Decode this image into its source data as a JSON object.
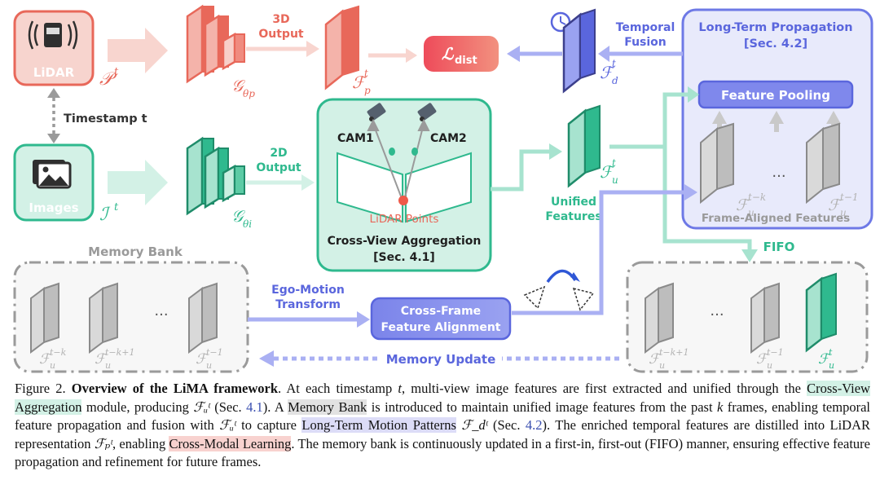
{
  "diagram": {
    "lidar": {
      "label": "LiDAR",
      "symbol": "𝒫",
      "sup": "t"
    },
    "images": {
      "label": "Images",
      "symbol": "ℐ",
      "sup": "t"
    },
    "timestamp": "Timestamp t",
    "output_3d": [
      "3D",
      "Output"
    ],
    "output_2d": [
      "2D",
      "Output"
    ],
    "g_theta_p": "𝒢",
    "g_theta_p_sub": "θp",
    "g_theta_i": "𝒢",
    "g_theta_i_sub": "θi",
    "f_p": "ℱ",
    "f_p_sub": "p",
    "f_p_sup": "t",
    "loss": "ℒ",
    "loss_sub": "dist",
    "temporal_fusion": [
      "Temporal",
      "Fusion"
    ],
    "f_d": "ℱ",
    "f_d_sub": "d",
    "f_d_sup": "t",
    "long_term": {
      "title": "Long-Term Propagation",
      "ref": "[Sec. 4.2]"
    },
    "feature_pooling": "Feature Pooling",
    "frame_aligned": "Frame-Aligned Features",
    "aligned_f_left_sup": "t−k",
    "aligned_f_right_sup": "t−1",
    "cam1": "CAM1",
    "cam2": "CAM2",
    "lidar_points": "LiDAR Points",
    "cross_view": {
      "title": "Cross-View Aggregation",
      "ref": "[Sec. 4.1]"
    },
    "unified_features": [
      "Unified",
      "Features"
    ],
    "f_u": "ℱ",
    "f_u_sub": "u",
    "f_u_sup": "t",
    "fifo": "FIFO",
    "memory_bank": "Memory Bank",
    "ego_motion": [
      "Ego-Motion",
      "Transform"
    ],
    "cross_frame": [
      "Cross-Frame",
      "Feature Alignment"
    ],
    "memory_update": "Memory Update",
    "mem_left_sups": [
      "t−k",
      "t−k+1",
      "t−1"
    ],
    "mem_right_sups": [
      "t−k+1",
      "t−1",
      "t"
    ],
    "ellipsis": "···"
  },
  "caption": {
    "fig_label": "Figure 2.",
    "fig_title": "Overview of the LiMA framework",
    "t1": ". At each timestamp ",
    "t_var": "t",
    "t2": ", multi-view image features are first extracted and unified through the ",
    "hl1": "Cross-View Aggregation",
    "t3": " module, producing ",
    "fu": "ℱᵤᵗ",
    "t4": " (Sec. ",
    "ref1": "4.1",
    "t5": "). A ",
    "hl2": "Memory Bank",
    "t6": " is introduced to maintain unified image features from the past ",
    "k_var": "k",
    "t7": " frames, enabling temporal feature propagation and fusion with ",
    "fu2": "ℱᵤᵗ",
    "t8": " to capture ",
    "hl3": "Long-Term Motion Patterns",
    "fd": "ℱ_dᵗ",
    "t9": " (Sec. ",
    "ref2": "4.2",
    "t10": "). The enriched temporal features are distilled into LiDAR representation ",
    "fp": "ℱₚᵗ",
    "t11": ", enabling ",
    "hl4": "Cross-Modal Learning",
    "t12": ". The memory bank is continuously updated in a first-in, first-out (FIFO) manner, ensuring effective feature propagation and refinement for future frames."
  },
  "colors": {
    "lidar_red": "#e8685a",
    "lidar_fill": "#f8d5cf",
    "image_green": "#2fb98e",
    "image_fill": "#d3f1e6",
    "purple": "#6e79e6",
    "purple_fill": "#e6e8fb",
    "gray": "#9a9a9a",
    "loss_grad_a": "#ef5a5a",
    "loss_grad_b": "#f08a7c"
  }
}
